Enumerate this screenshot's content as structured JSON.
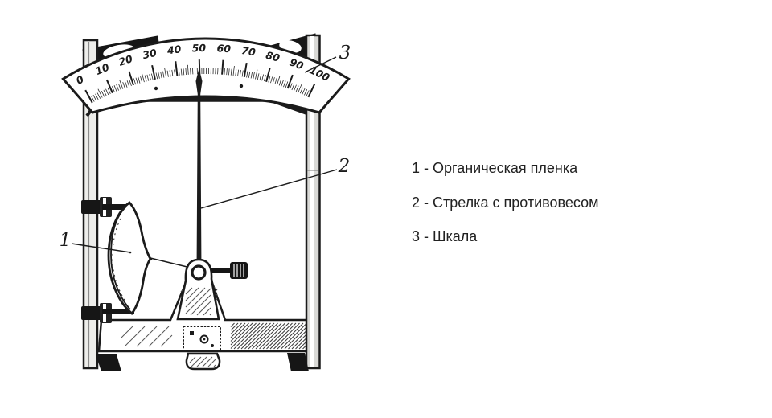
{
  "legend": {
    "items": [
      {
        "label": "1 - Органическая пленка"
      },
      {
        "label": "2 - Стрелка с противовесом"
      },
      {
        "label": "3 - Шкала"
      }
    ]
  },
  "diagram": {
    "callouts": [
      {
        "num": "1"
      },
      {
        "num": "2"
      },
      {
        "num": "3"
      }
    ],
    "scale": {
      "min": 0,
      "max": 100,
      "major_step": 10,
      "minor_step": 1,
      "labels": [
        "0",
        "10",
        "20",
        "30",
        "40",
        "50",
        "60",
        "70",
        "80",
        "90",
        "100"
      ],
      "pointer_value": 50
    },
    "colors": {
      "ink": "#1b1b1b",
      "paper": "#ffffff"
    }
  }
}
